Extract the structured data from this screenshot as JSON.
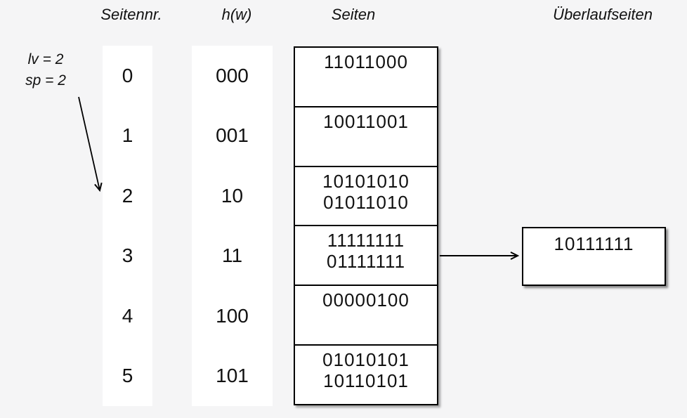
{
  "headers": {
    "col_page_no": "Seitennr.",
    "col_hash": "h(w)",
    "col_pages": "Seiten",
    "col_overflow": "Überlaufseiten"
  },
  "annotation": {
    "lv": "lv = 2",
    "sp": "sp = 2"
  },
  "rows": [
    {
      "page_no": "0",
      "hash": "000",
      "entries": [
        "11011000"
      ]
    },
    {
      "page_no": "1",
      "hash": "001",
      "entries": [
        "10011001"
      ]
    },
    {
      "page_no": "2",
      "hash": "10",
      "entries": [
        "10101010",
        "01011010"
      ]
    },
    {
      "page_no": "3",
      "hash": "11",
      "entries": [
        "11111111",
        "01111111"
      ]
    },
    {
      "page_no": "4",
      "hash": "100",
      "entries": [
        "00000100"
      ]
    },
    {
      "page_no": "5",
      "hash": "101",
      "entries": [
        "01010101",
        "10110101"
      ]
    }
  ],
  "overflow_pages": [
    {
      "for_page_no": "3",
      "entries": [
        "10111111"
      ]
    }
  ],
  "colors": {
    "background": "#f5f5f6",
    "box_fill": "#ffffff",
    "line": "#000000",
    "text": "#111111"
  }
}
